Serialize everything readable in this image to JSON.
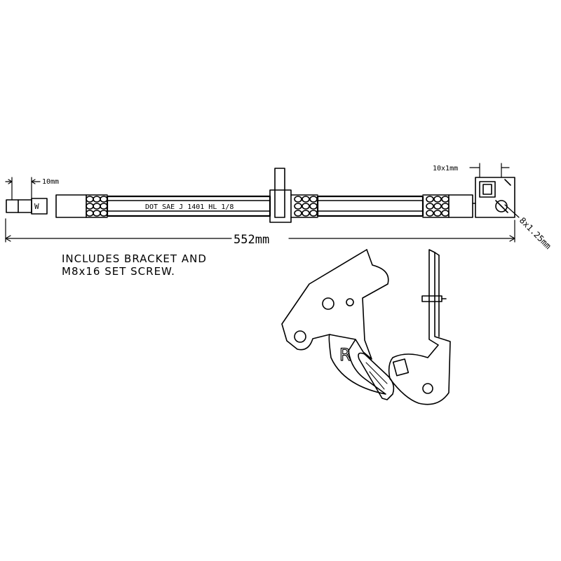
{
  "dimensions": {
    "fitting_length": "10mm",
    "thread_small": "10x1mm",
    "overall_length": "552mm",
    "thread_bolt": "8x1.25mm"
  },
  "hose": {
    "marking": "DOT SAE J 1401 HL 1/8",
    "fitting_mark": "W"
  },
  "note": {
    "line1": "INCLUDES BRACKET AND",
    "line2": "M8x16 SET SCREW."
  },
  "bracket": {
    "side_letter": "R"
  },
  "colors": {
    "ink": "#000000",
    "paper": "#ffffff"
  }
}
